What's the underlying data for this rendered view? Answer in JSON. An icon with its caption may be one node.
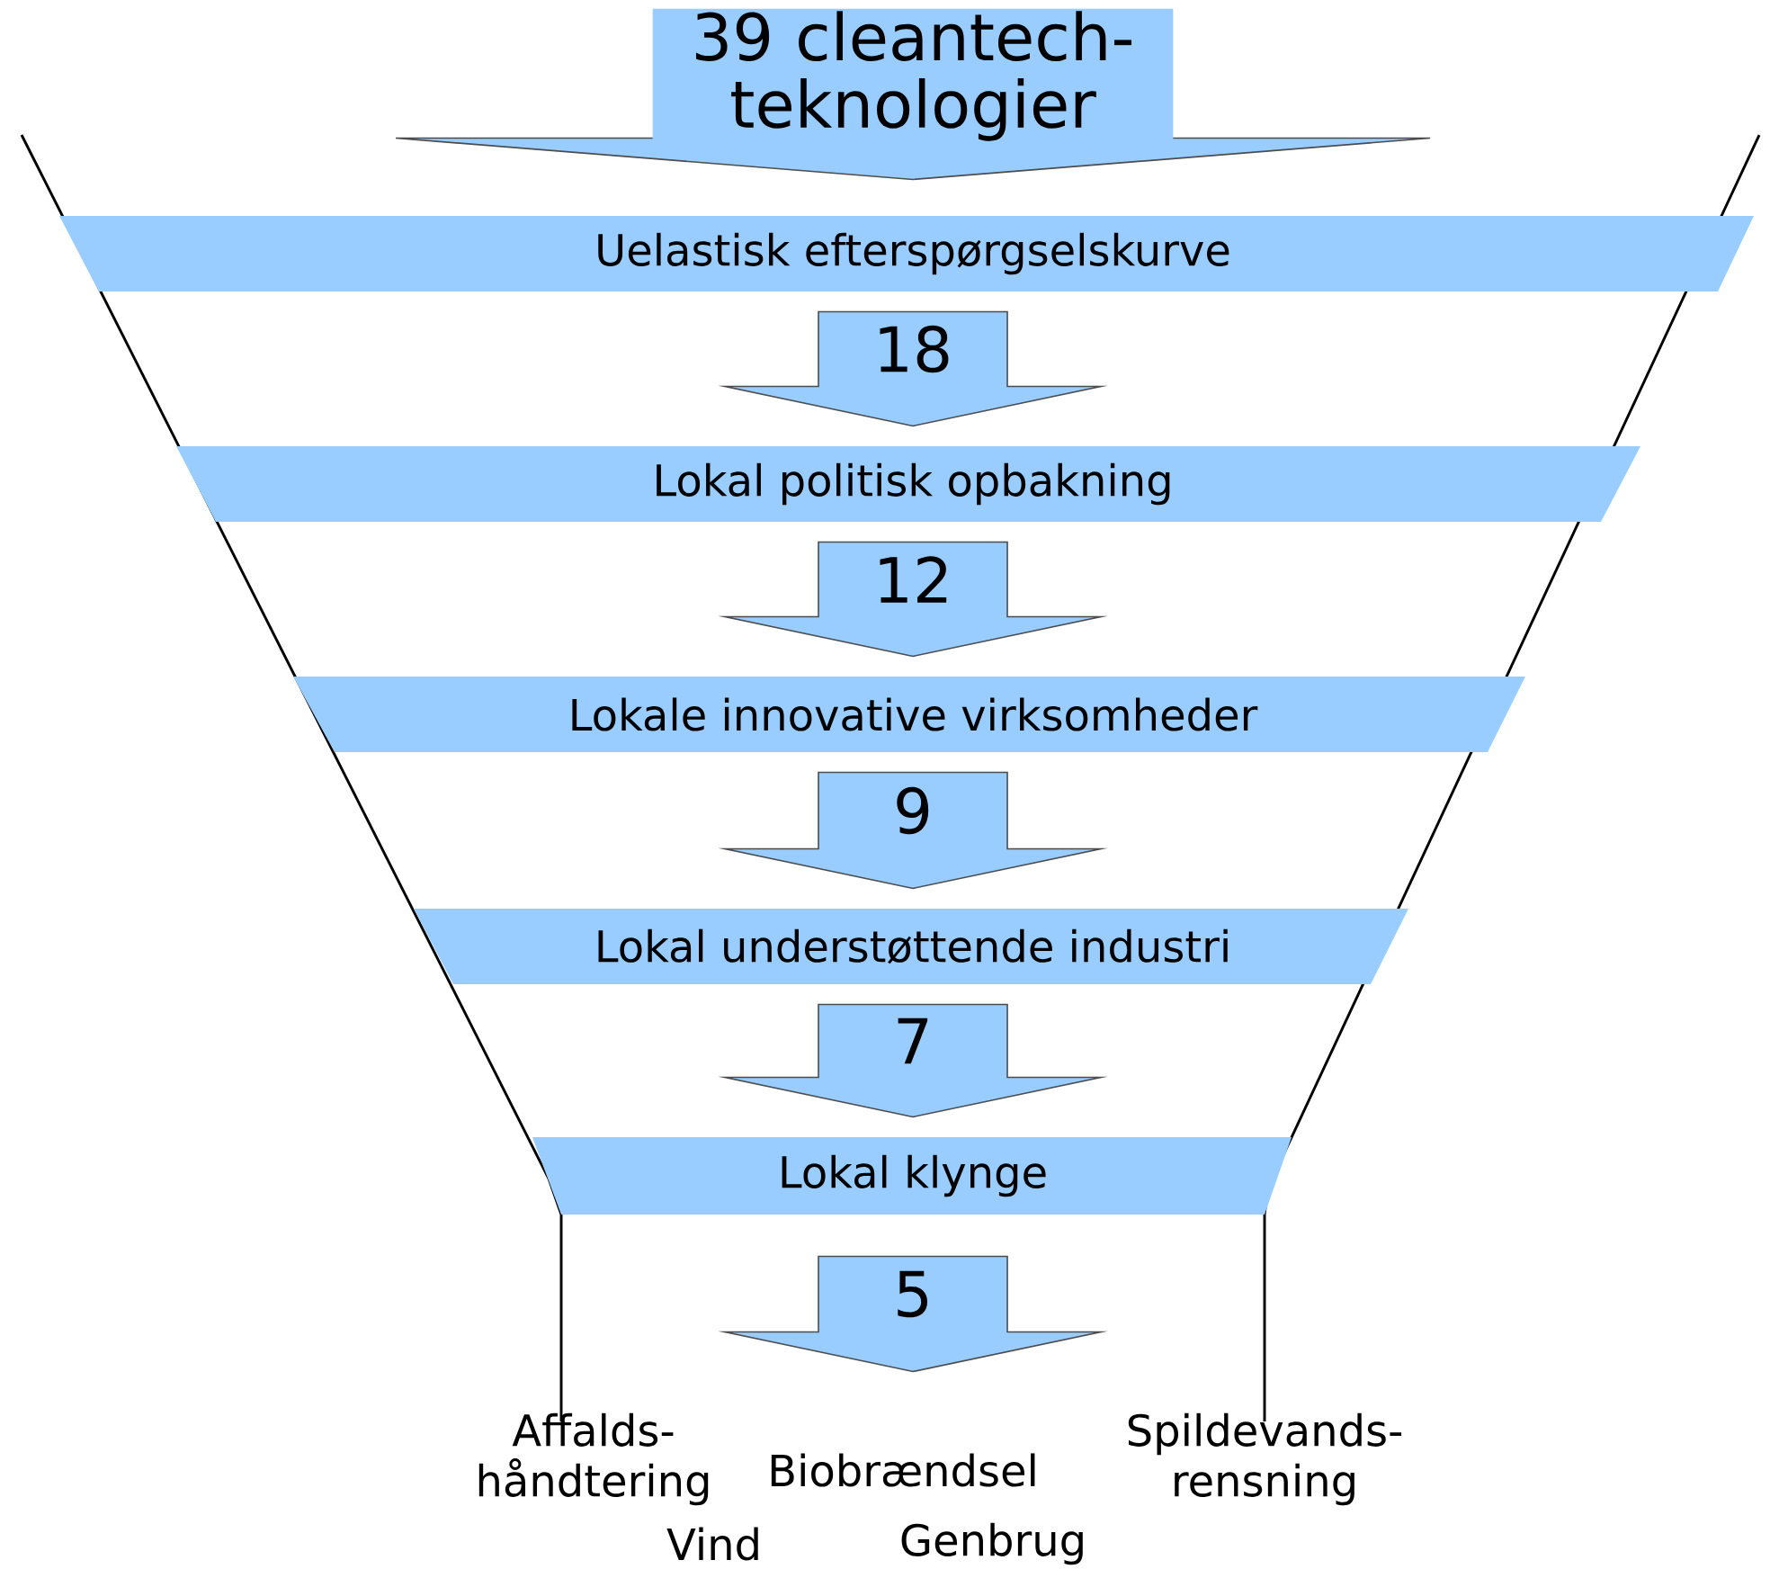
{
  "diagram": {
    "nodes": [
      {
        "text": [
          "Uelastisk efterspørgselskurve"
        ]
      },
      {
        "text": [
          "Lokal politisk opbakning"
        ]
      },
      {
        "text": [
          "Lokale innovative virksomheder"
        ]
      },
      {
        "text": [
          "Lokal understøttende industri"
        ]
      },
      {
        "text": [
          "Lokal klynge"
        ]
      }
    ],
    "edges": [
      {
        "from": null,
        "to": 0,
        "arrow": "to",
        "label": "39 cleantech- teknologier"
      },
      {
        "from": 0,
        "to": 1,
        "arrow": "to",
        "label": "18"
      },
      {
        "from": 1,
        "to": 2,
        "arrow": "to",
        "label": "12"
      },
      {
        "from": 2,
        "to": 3,
        "arrow": "to",
        "label": "9"
      },
      {
        "from": 3,
        "to": 4,
        "arrow": "to",
        "label": "7"
      },
      {
        "from": 4,
        "to": null,
        "arrow": "to",
        "label": "5"
      }
    ],
    "labels": [
      "Affalds- håndtering",
      "Biobrændsel",
      "Spildevands- rensning",
      "Vind",
      "Genbrug"
    ]
  }
}
